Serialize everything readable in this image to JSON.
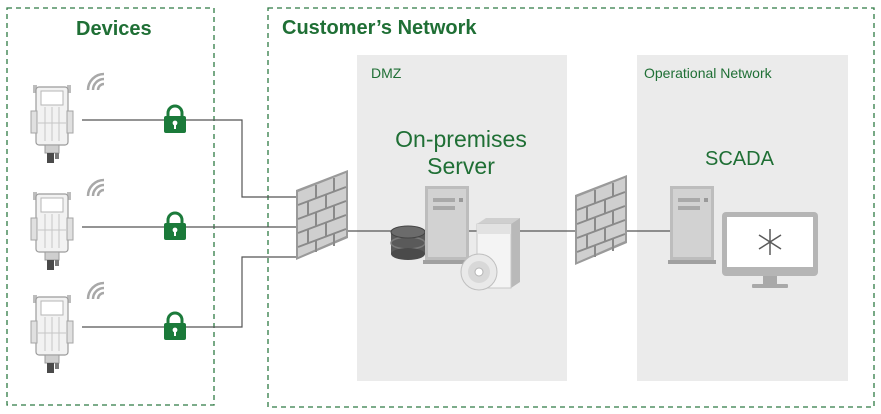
{
  "devices": {
    "title": "Devices",
    "items": [
      {
        "id": "device-1",
        "wireless_icon": "wifi-icon",
        "link_icon": "padlock-icon"
      },
      {
        "id": "device-2",
        "wireless_icon": "wifi-icon",
        "link_icon": "padlock-icon"
      },
      {
        "id": "device-3",
        "wireless_icon": "wifi-icon",
        "link_icon": "padlock-icon"
      }
    ]
  },
  "customer_network": {
    "title": "Customer’s Network",
    "dmz": {
      "label": "DMZ",
      "server_title": "On-premises Server",
      "icons": [
        "firewall-icon",
        "database-icon",
        "server-tower-icon",
        "software-box-icon",
        "disc-icon"
      ]
    },
    "operational": {
      "label": "Operational Network",
      "system_label": "SCADA",
      "icons": [
        "firewall-icon",
        "server-tower-icon",
        "monitor-icon"
      ]
    }
  },
  "colors": {
    "accent_green": "#1f6f35",
    "lock_green": "#1b7a3a",
    "panel_gray": "#ebebeb",
    "line_gray": "#555555"
  }
}
